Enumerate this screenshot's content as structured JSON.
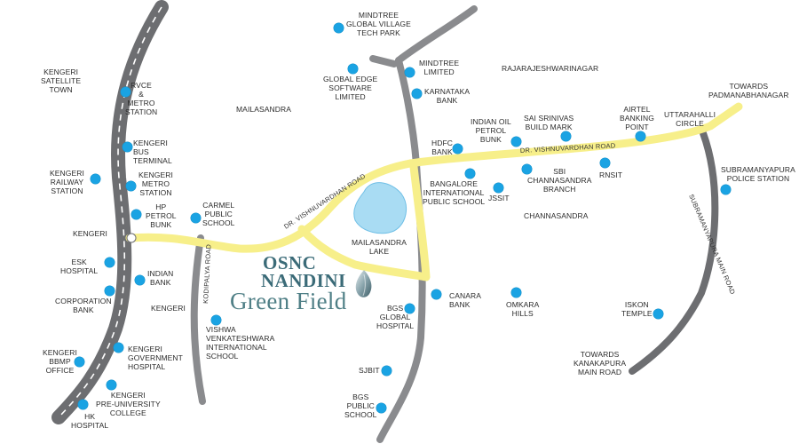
{
  "brand": {
    "line1": "OSNC",
    "line2": "NANDINI",
    "line3": "Green Field"
  },
  "roads": {
    "dr_vishnuvardhan_1": "DR. VISHNUVARDHAN ROAD",
    "dr_vishnuvardhan_2": "DR. VISHNUVARDHAN ROAD",
    "kodipalya": "KODIPALYA ROAD",
    "subramanyapura_main": "SUBRAMANYAPURA MAIN ROAD"
  },
  "areas": {
    "kengeri_satellite_town": "KENGERI\nSATELLITE\nTOWN",
    "mailasandra": "MAILASANDRA",
    "rajarajeshwarinagar": "RAJARAJESHWARINAGAR",
    "kengeri_west": "KENGERI",
    "kengeri_south": "KENGERI",
    "mailasandra_lake": "MAILASANDRA\nLAKE",
    "channasandra": "CHANNASANDRA",
    "towards_padmanabhanagar": "TOWARDS\nPADMANABHANAGAR",
    "uttarahalli_circle": "UTTARAHALLI\nCIRCLE",
    "towards_kanakapura": "TOWARDS\nKANAKAPURA\nMAIN ROAD"
  },
  "landmarks": {
    "rvce_metro": "RVCE\n&\nMETRO\nSTATION",
    "kengeri_bus_terminal": "KENGERI\nBUS\nTERMINAL",
    "kengeri_railway": "KENGERI\nRAILWAY\nSTATION",
    "kengeri_metro": "KENGERI\nMETRO\nSTATION",
    "hp_petrol": "HP\nPETROL\nBUNK",
    "carmel_school": "CARMEL\nPUBLIC\nSCHOOL",
    "esk_hospital": "ESK\nHOSPITAL",
    "indian_bank": "INDIAN\nBANK",
    "corporation_bank": "CORPORATION\nBANK",
    "vishwa_school": "VISHWA\nVENKATESHWARA\nINTERNATIONAL\nSCHOOL",
    "kengeri_bbmp": "KENGERI\nBBMP\nOFFICE",
    "kengeri_govt_hospital": "KENGERI\nGOVERNMENT\nHOSPITAL",
    "kengeri_puc": "KENGERI\nPRE-UNIVERSITY\nCOLLEGE",
    "hk_hospital": "HK\nHOSPITAL",
    "mindtree_tech_park": "MINDTREE\nGLOBAL VILLAGE\nTECH PARK",
    "global_edge": "GLOBAL EDGE\nSOFTWARE\nLIMITED",
    "mindtree_limited": "MINDTREE\nLIMITED",
    "karnataka_bank": "KARNATAKA\nBANK",
    "hdfc_bank": "HDFC\nBANK",
    "indian_oil": "INDIAN OIL\nPETROL\nBUNK",
    "sai_srinivas": "SAI SRINIVAS\nBUILD MARK",
    "airtel_banking": "AIRTEL\nBANKING\nPOINT",
    "bangalore_intl_school": "BANGALORE\nINTERNATIONAL\nPUBLIC SCHOOL",
    "jssit": "JSSIT",
    "sbi_channasandra": "SBI\nCHANNASANDRA\nBRANCH",
    "rnsit": "RNSIT",
    "subramanyapura_police": "SUBRAMANYAPURA\nPOLICE STATION",
    "canara_bank": "CANARA\nBANK",
    "omkara_hills": "OMKARA\nHILLS",
    "bgs_global_hospital": "BGS\nGLOBAL\nHOSPITAL",
    "iskon_temple": "ISKON\nTEMPLE",
    "sjbit": "SJBIT",
    "bgs_public_school": "BGS\nPUBLIC\nSCHOOL"
  },
  "colors": {
    "main_road": "#f7ef8a",
    "highway": "#6d6e71",
    "secondary_road": "#8a8b8e",
    "lake": "#a9dcf3",
    "marker": "#1aa3e3",
    "brand_text": "#3b6b78"
  }
}
